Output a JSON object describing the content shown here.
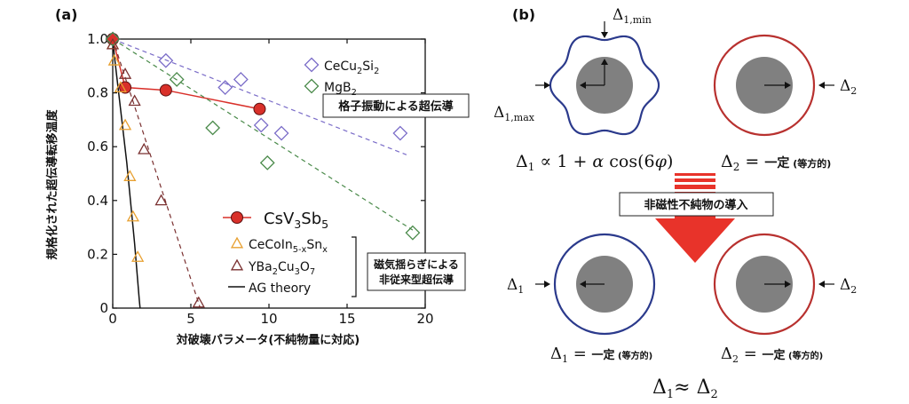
{
  "panel_a": {
    "label": "(a)",
    "ylabel": "規格化された超伝導転移温度",
    "xlabel": "対破壊パラメータ(不純物量に対応)",
    "legend_conventional": "格子振動による超伝導",
    "legend_unconventional_l1": "磁気揺らぎによる",
    "legend_unconventional_l2": "非従来型超伝導",
    "ag_theory": "AG theory"
  },
  "panel_b": {
    "label": "(b)",
    "d1min": "Δ1,min",
    "d1max": "Δ1,max",
    "d2_top": "Δ2",
    "eq_top_left": "Δ1 ∝ 1 + α cos(6φ)",
    "eq_top_right": "Δ2 = 一定 (等方的)",
    "arrow_label": "非磁性不純物の導入",
    "d1_bottom": "Δ1",
    "d2_bottom": "Δ2",
    "eq_bottom_left": "Δ1 = 一定 (等方的)",
    "eq_bottom_right": "Δ2 = 一定 (等方的)",
    "conclusion": "Δ1≈ Δ2",
    "colors": {
      "blue": "#2b3a8c",
      "red": "#b8312f",
      "gray": "#808080",
      "arrow": "#e8332a"
    }
  },
  "chart_data": {
    "type": "scatter",
    "xlabel": "対破壊パラメータ(不純物量に対応)",
    "ylabel": "規格化された超伝導転移温度",
    "xlim": [
      0,
      20
    ],
    "ylim": [
      0,
      1.0
    ],
    "xticks": [
      0,
      5,
      10,
      15,
      20
    ],
    "yticks": [
      0,
      0.2,
      0.4,
      0.6,
      0.8,
      1.0
    ],
    "xtick_labels": [
      "0",
      "5",
      "10",
      "15",
      "20"
    ],
    "ytick_labels": [
      "0",
      "0.2",
      "0.4",
      "0.6",
      "0.8",
      "1.0"
    ],
    "series": [
      {
        "name": "CsV3Sb5",
        "marker": "circle",
        "color": "#d9302a",
        "line": "solid",
        "x": [
          0,
          0.8,
          3.4,
          9.4
        ],
        "y": [
          1.0,
          0.82,
          0.81,
          0.74
        ]
      },
      {
        "name": "CeCu2Si2",
        "marker": "diamond",
        "color": "#7a6cc8",
        "line": "dashed",
        "line_x": [
          0,
          18.8
        ],
        "line_y": [
          1.0,
          0.57
        ],
        "x": [
          0,
          3.4,
          7.2,
          8.2,
          9.5,
          10.8,
          18.4
        ],
        "y": [
          1.0,
          0.92,
          0.82,
          0.85,
          0.68,
          0.65,
          0.65
        ]
      },
      {
        "name": "MgB2",
        "marker": "diamond",
        "color": "#4a8a4a",
        "line": "dashed",
        "line_x": [
          0,
          19.2
        ],
        "line_y": [
          1.0,
          0.29
        ],
        "x": [
          0,
          4.1,
          6.4,
          9.9,
          19.2
        ],
        "y": [
          1.0,
          0.85,
          0.67,
          0.54,
          0.28
        ]
      },
      {
        "name": "CeCoIn5-xSnx",
        "marker": "triangle",
        "color": "#e8a030",
        "line": "none",
        "x": [
          0,
          0.1,
          0.5,
          0.8,
          1.1,
          1.3,
          1.6
        ],
        "y": [
          0.98,
          0.92,
          0.82,
          0.68,
          0.49,
          0.34,
          0.19
        ]
      },
      {
        "name": "YBa2Cu3O7",
        "marker": "triangle",
        "color": "#7a3030",
        "line": "dashed",
        "line_x": [
          0,
          5.6
        ],
        "line_y": [
          1.0,
          0.0
        ],
        "x": [
          0,
          0.8,
          1.4,
          2.0,
          3.1,
          5.5
        ],
        "y": [
          0.98,
          0.87,
          0.77,
          0.59,
          0.4,
          0.02
        ]
      },
      {
        "name": "AG theory",
        "marker": "none",
        "color": "#111111",
        "line": "solid",
        "x": [
          0,
          0.1,
          0.2,
          0.3,
          0.4,
          0.5,
          0.6,
          0.7,
          0.8,
          0.9,
          1.0,
          1.1,
          1.2,
          1.3,
          1.4,
          1.5,
          1.6,
          1.7,
          1.75
        ],
        "y": [
          1.0,
          0.94,
          0.89,
          0.84,
          0.79,
          0.74,
          0.69,
          0.64,
          0.59,
          0.54,
          0.48,
          0.42,
          0.36,
          0.3,
          0.24,
          0.17,
          0.1,
          0.03,
          0.0
        ]
      }
    ],
    "legend": [
      {
        "name": "CeCu2Si2",
        "label_main": "CeCu",
        "sub1": "2",
        "mid": "Si",
        "sub2": "2"
      },
      {
        "name": "MgB2",
        "label_main": "MgB",
        "sub1": "2"
      },
      {
        "name": "CsV3Sb5",
        "label_main": "CsV",
        "sub1": "3",
        "mid": "Sb",
        "sub2": "5"
      },
      {
        "name": "CeCoIn5-xSnx",
        "label_main": "CeCoIn",
        "sub1": "5-x",
        "mid": "Sn",
        "sub2": "x"
      },
      {
        "name": "YBa2Cu3O7",
        "label_main": "YBa",
        "sub1": "2",
        "mid": "Cu",
        "sub2": "3",
        "mid2": "O",
        "sub3": "7"
      },
      {
        "name": "AG theory",
        "label_main": "AG theory"
      }
    ]
  }
}
